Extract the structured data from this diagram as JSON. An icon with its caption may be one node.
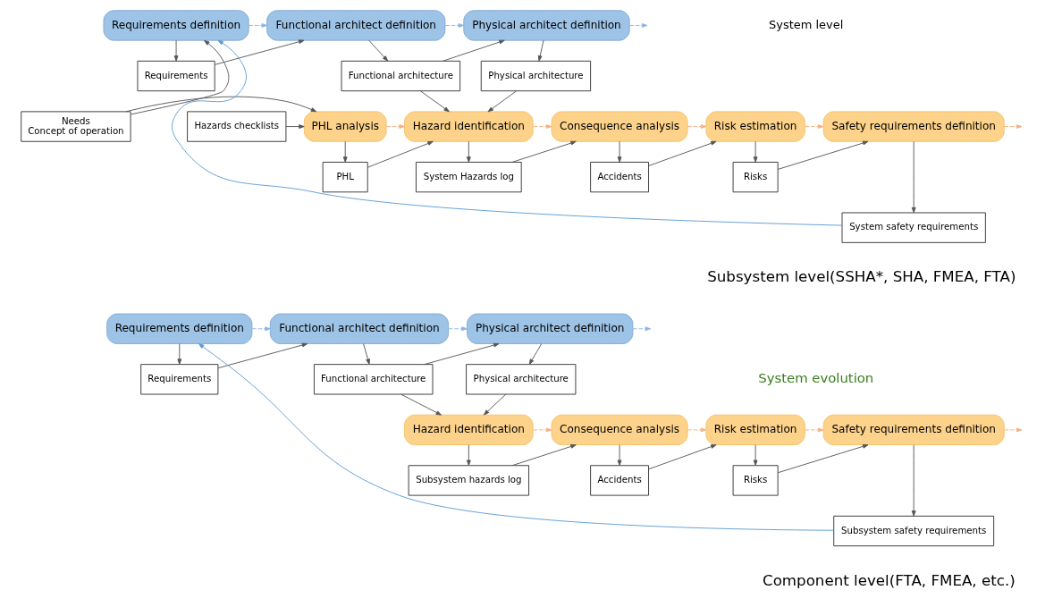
{
  "diagram": {
    "nodes": [
      {
        "text": [
          "Requirements definition"
        ]
      },
      {
        "text": [
          "Functional architect definition"
        ]
      },
      {
        "text": [
          "Physical architect definition"
        ]
      },
      {
        "text": [
          "Requirements"
        ]
      },
      {
        "text": [
          "Functional architecture"
        ]
      },
      {
        "text": [
          "Physical architecture"
        ]
      },
      {
        "text": [
          "Needs",
          "Concept of operation"
        ]
      },
      {
        "text": [
          "Hazards checklists"
        ]
      },
      {
        "text": [
          "PHL analysis"
        ]
      },
      {
        "text": [
          "Hazard identification"
        ]
      },
      {
        "text": [
          "Consequence analysis"
        ]
      },
      {
        "text": [
          "Risk estimation"
        ]
      },
      {
        "text": [
          "Safety requirements definition"
        ]
      },
      {
        "text": [
          "PHL"
        ]
      },
      {
        "text": [
          "System Hazards log"
        ]
      },
      {
        "text": [
          "Accidents"
        ]
      },
      {
        "text": [
          "Risks"
        ]
      },
      {
        "text": [
          "System safety requirements"
        ]
      },
      {
        "text": [
          "Requirements definition"
        ]
      },
      {
        "text": [
          "Functional architect definition"
        ]
      },
      {
        "text": [
          "Physical architect definition"
        ]
      },
      {
        "text": [
          "Requirements"
        ]
      },
      {
        "text": [
          "Functional architecture"
        ]
      },
      {
        "text": [
          "Physical architecture"
        ]
      },
      {
        "text": [
          "Hazard identification"
        ]
      },
      {
        "text": [
          "Consequence analysis"
        ]
      },
      {
        "text": [
          "Risk estimation"
        ]
      },
      {
        "text": [
          "Safety requirements definition"
        ]
      },
      {
        "text": [
          "Subsystem hazards log"
        ]
      },
      {
        "text": [
          "Accidents"
        ]
      },
      {
        "text": [
          "Risks"
        ]
      },
      {
        "text": [
          "Subsystem safety requirements"
        ]
      }
    ],
    "edges": [
      {
        "from": 0,
        "to": 1,
        "arrow": "to",
        "style": "dashed",
        "color": "#8eb4e3"
      },
      {
        "from": 1,
        "to": 2,
        "arrow": "to",
        "style": "dashed",
        "color": "#8eb4e3"
      },
      {
        "from": 2,
        "to": null,
        "arrow": "to",
        "style": "dashed",
        "color": "#8eb4e3"
      },
      {
        "from": 0,
        "to": 3,
        "arrow": "to"
      },
      {
        "from": 3,
        "to": 1,
        "arrow": "to"
      },
      {
        "from": 1,
        "to": 4,
        "arrow": "to"
      },
      {
        "from": 4,
        "to": 2,
        "arrow": "to"
      },
      {
        "from": 2,
        "to": 5,
        "arrow": "to"
      },
      {
        "from": 4,
        "to": 9,
        "arrow": "to"
      },
      {
        "from": 5,
        "to": 9,
        "arrow": "to"
      },
      {
        "from": 6,
        "to": 0,
        "arrow": "to"
      },
      {
        "from": 6,
        "to": 8,
        "arrow": "to"
      },
      {
        "from": 7,
        "to": 8,
        "arrow": "to"
      },
      {
        "from": 8,
        "to": 9,
        "arrow": "to",
        "style": "dashed",
        "color": "#f4b183"
      },
      {
        "from": 9,
        "to": 10,
        "arrow": "to",
        "style": "dashed",
        "color": "#f4b183"
      },
      {
        "from": 10,
        "to": 11,
        "arrow": "to",
        "style": "dashed",
        "color": "#f4b183"
      },
      {
        "from": 11,
        "to": 12,
        "arrow": "to",
        "style": "dashed",
        "color": "#f4b183"
      },
      {
        "from": 12,
        "to": null,
        "arrow": "to",
        "style": "dashed",
        "color": "#f4b183"
      },
      {
        "from": 8,
        "to": 13,
        "arrow": "to"
      },
      {
        "from": 13,
        "to": 9,
        "arrow": "to"
      },
      {
        "from": 9,
        "to": 14,
        "arrow": "to"
      },
      {
        "from": 14,
        "to": 10,
        "arrow": "to"
      },
      {
        "from": 10,
        "to": 15,
        "arrow": "to"
      },
      {
        "from": 15,
        "to": 11,
        "arrow": "to"
      },
      {
        "from": 11,
        "to": 16,
        "arrow": "to"
      },
      {
        "from": 16,
        "to": 12,
        "arrow": "to"
      },
      {
        "from": 12,
        "to": 17,
        "arrow": "to"
      },
      {
        "from": 17,
        "to": 0,
        "arrow": "to",
        "color": "#5b9bd5"
      },
      {
        "from": 18,
        "to": 19,
        "arrow": "to",
        "style": "dashed",
        "color": "#8eb4e3"
      },
      {
        "from": 19,
        "to": 20,
        "arrow": "to",
        "style": "dashed",
        "color": "#8eb4e3"
      },
      {
        "from": 20,
        "to": null,
        "arrow": "to",
        "style": "dashed",
        "color": "#8eb4e3"
      },
      {
        "from": 18,
        "to": 21,
        "arrow": "to"
      },
      {
        "from": 21,
        "to": 19,
        "arrow": "to"
      },
      {
        "from": 19,
        "to": 22,
        "arrow": "to"
      },
      {
        "from": 22,
        "to": 20,
        "arrow": "to"
      },
      {
        "from": 20,
        "to": 23,
        "arrow": "to"
      },
      {
        "from": 22,
        "to": 24,
        "arrow": "to"
      },
      {
        "from": 23,
        "to": 24,
        "arrow": "to"
      },
      {
        "from": 24,
        "to": 25,
        "arrow": "to",
        "style": "dashed",
        "color": "#f4b183"
      },
      {
        "from": 25,
        "to": 26,
        "arrow": "to",
        "style": "dashed",
        "color": "#f4b183"
      },
      {
        "from": 26,
        "to": 27,
        "arrow": "to",
        "style": "dashed",
        "color": "#f4b183"
      },
      {
        "from": 27,
        "to": null,
        "arrow": "to",
        "style": "dashed",
        "color": "#f4b183"
      },
      {
        "from": 24,
        "to": 28,
        "arrow": "to"
      },
      {
        "from": 28,
        "to": 25,
        "arrow": "to"
      },
      {
        "from": 25,
        "to": 29,
        "arrow": "to"
      },
      {
        "from": 29,
        "to": 26,
        "arrow": "to"
      },
      {
        "from": 26,
        "to": 30,
        "arrow": "to"
      },
      {
        "from": 30,
        "to": 27,
        "arrow": "to"
      },
      {
        "from": 27,
        "to": 31,
        "arrow": "to"
      },
      {
        "from": 31,
        "to": 18,
        "arrow": "to",
        "color": "#5b9bd5"
      }
    ],
    "labels": [
      "System level",
      "System evolution",
      "Subsystem level(SSHA*, SHA, FMEA, FTA)",
      "Component level(FTA, FMEA, etc.)"
    ]
  }
}
